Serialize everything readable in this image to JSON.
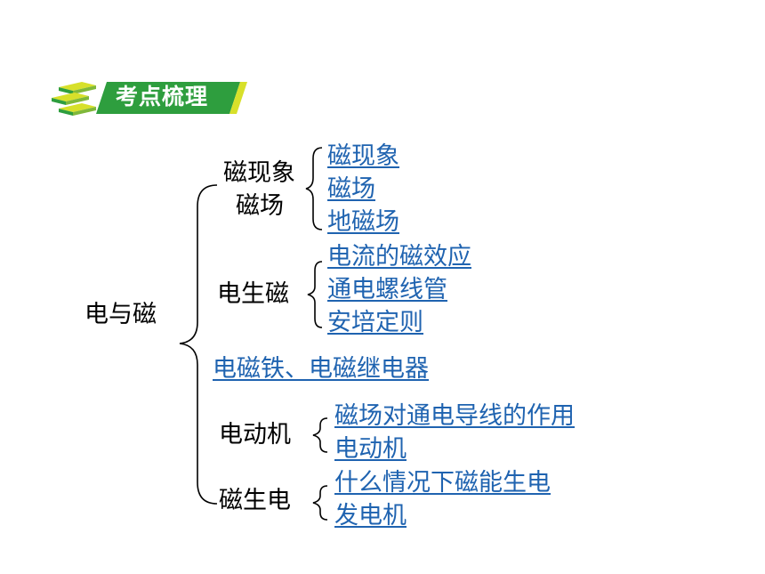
{
  "header": {
    "title": "考点梳理"
  },
  "root": {
    "label": "电与磁"
  },
  "groups": [
    {
      "label_lines": [
        "磁现象",
        "磁场"
      ],
      "items": [
        "磁现象",
        "磁场",
        "地磁场"
      ]
    },
    {
      "label_lines": [
        "电生磁"
      ],
      "items": [
        "电流的磁效应",
        "通电螺线管",
        "安培定则"
      ]
    },
    {
      "standalone": "电磁铁、电磁继电器"
    },
    {
      "label_lines": [
        "电动机"
      ],
      "items": [
        "磁场对通电导线的作用",
        "电动机"
      ]
    },
    {
      "label_lines": [
        "磁生电"
      ],
      "items": [
        "什么情况下磁能生电",
        "发电机"
      ]
    }
  ],
  "colors": {
    "link": "#1f63b0",
    "header_green": "#2e9e3e",
    "header_yellow": "#d7e02a"
  }
}
